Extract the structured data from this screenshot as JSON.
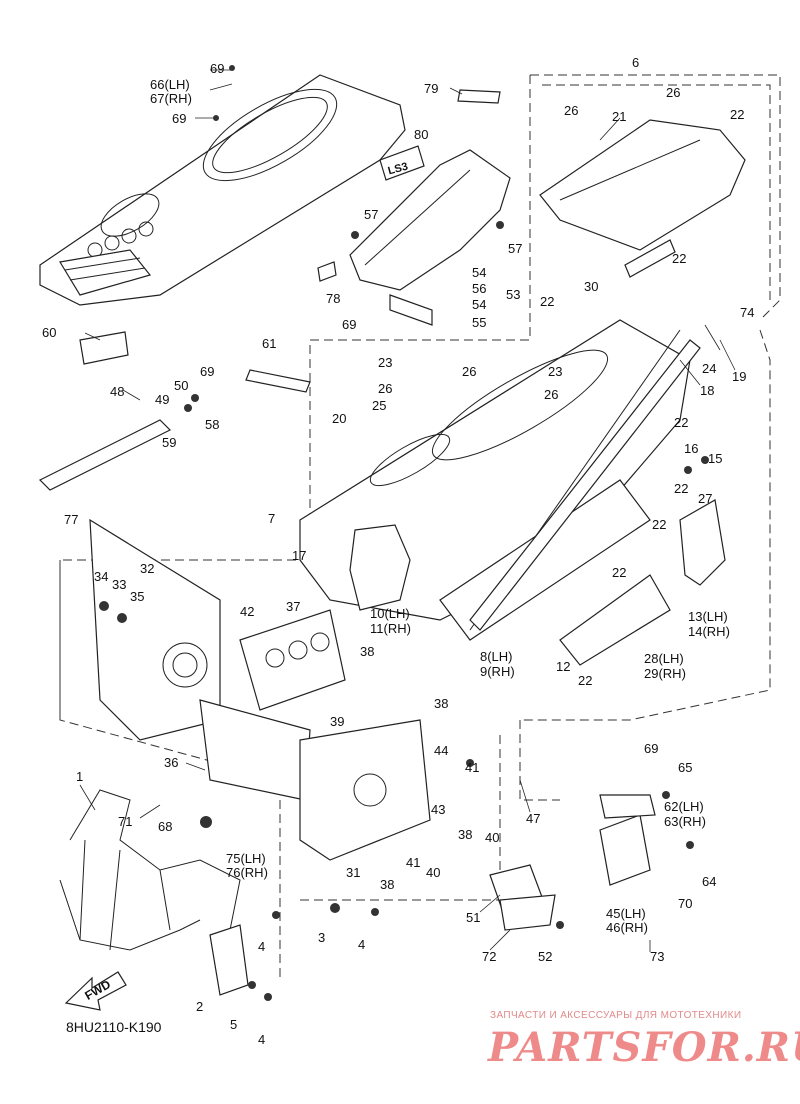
{
  "diagram": {
    "code": "8HU2110-K190",
    "fwd_label": "FWD",
    "watermark_caption": "ЗАПЧАСТИ И АКСЕССУАРЫ ДЛЯ МОТОТЕХНИКИ",
    "watermark_logo": "PARTSFOR.RU",
    "plate_text": "LS3"
  },
  "callouts": [
    "69",
    "66(LH)",
    "67(RH)",
    "69",
    "79",
    "6",
    "26",
    "26",
    "22",
    "21",
    "80",
    "57",
    "57",
    "54",
    "56",
    "53",
    "54",
    "55",
    "78",
    "30",
    "22",
    "74",
    "60",
    "22",
    "69",
    "61",
    "69",
    "24",
    "19",
    "18",
    "23",
    "23",
    "26",
    "26",
    "25",
    "26",
    "48",
    "50",
    "49",
    "58",
    "59",
    "20",
    "22",
    "16",
    "15",
    "22",
    "27",
    "77",
    "7",
    "22",
    "17",
    "22",
    "34",
    "33",
    "32",
    "35",
    "10(LH)",
    "11(RH)",
    "13(LH)",
    "14(RH)",
    "42",
    "37",
    "38",
    "8(LH)",
    "9(RH)",
    "28(LH)",
    "29(RH)",
    "12",
    "22",
    "38",
    "39",
    "36",
    "44",
    "41",
    "69",
    "65",
    "1",
    "71",
    "68",
    "47",
    "43",
    "38",
    "40",
    "62(LH)",
    "63(RH)",
    "31",
    "41",
    "40",
    "64",
    "75(LH)",
    "76(RH)",
    "38",
    "70",
    "45(LH)",
    "46(RH)",
    "51",
    "4",
    "3",
    "4",
    "72",
    "52",
    "73",
    "2",
    "5",
    "4"
  ]
}
